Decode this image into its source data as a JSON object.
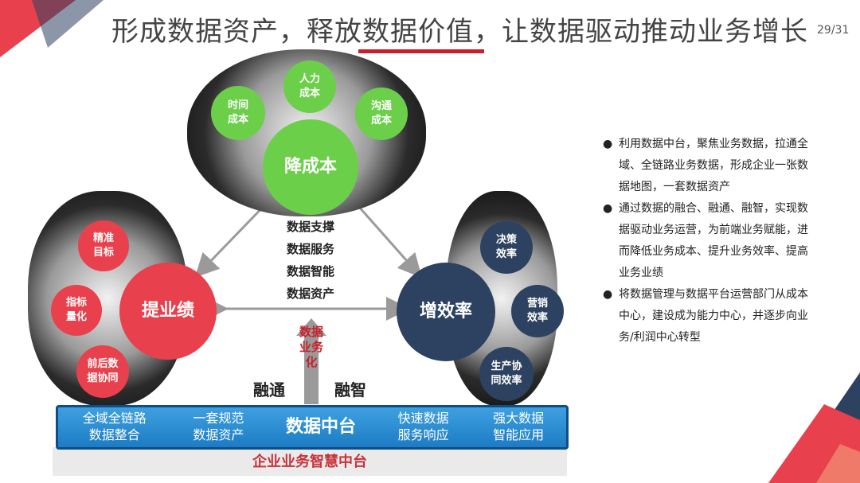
{
  "header": {
    "title": "形成数据资产，释放数据价值，让数据驱动推动业务增长",
    "page_number": "29/31"
  },
  "cost_cluster": {
    "main": "降成本",
    "items": [
      "时间成本",
      "人力成本",
      "沟通成本"
    ]
  },
  "perf_cluster": {
    "main": "提业绩",
    "items": [
      "精准目标",
      "指标量化",
      "前后数据协同"
    ]
  },
  "eff_cluster": {
    "main": "增效率",
    "items": [
      "决策效率",
      "营销效率",
      "生产协同效率"
    ]
  },
  "center_labels": [
    "数据支撑",
    "数据服务",
    "数据智能",
    "数据资产"
  ],
  "up_arrow_label": "数据业务化",
  "fusion_left": "融通",
  "fusion_right": "融智",
  "platform": {
    "items": [
      "全域全链路数据整合",
      "一套规范数据资产",
      "数据中台",
      "快速数据服务响应",
      "强大数据智能应用"
    ],
    "footer": "企业业务智慧中台"
  },
  "bullets": [
    "利用数据中台，聚焦业务数据，拉通全域、全链路业务数据，形成企业一张数据地图，一套数据资产",
    "通过数据的融合、融通、融智，实现数据驱动业务运营，为前端业务赋能，进而降低业务成本、提升业务效率、提高业务业绩",
    "将数据管理与数据平台运营部门从成本中心，建设成为能力中心，并逐步向业务/利润中心转型"
  ],
  "colors": {
    "accent_red": "#c8202a",
    "green": "#6ccf4a",
    "red": "#e8404c",
    "navy": "#2c4260",
    "platform_blue": "#1d7cc4"
  }
}
